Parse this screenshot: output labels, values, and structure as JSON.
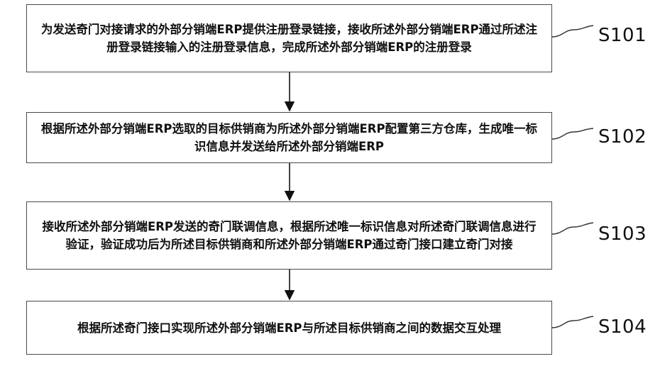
{
  "steps": [
    {
      "id": "S101",
      "text": "为发送奇门对接请求的外部分销端ERP提供注册登录链接，接收所述外部分销端ERP通过所述注册登录链接输入的注册登录信息，完成所述外部分销端ERP的注册登录"
    },
    {
      "id": "S102",
      "text": "根据所述外部分销端ERP选取的目标供销商为所述外部分销端ERP配置第三方仓库，生成唯一标识信息并发送给所述外部分销端ERP"
    },
    {
      "id": "S103",
      "text": "接收所述外部分销端ERP发送的奇门联调信息，根据所述唯一标识信息对所述奇门联调信息进行验证，验证成功后为所述目标供销商和所述外部分销端ERP通过奇门接口建立奇门对接"
    },
    {
      "id": "S104",
      "text": "根据所述奇门接口实现所述外部分销端ERP与所述目标供销商之间的数据交互处理"
    }
  ]
}
